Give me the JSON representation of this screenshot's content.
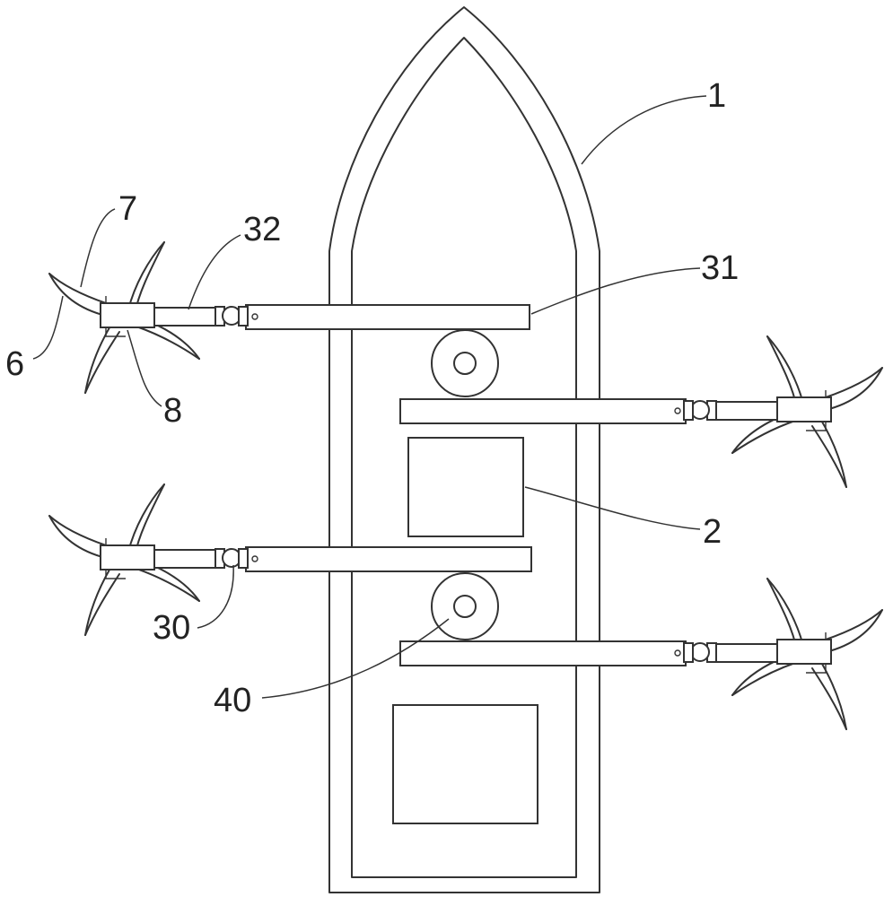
{
  "figure": {
    "callouts": [
      {
        "id": "hull",
        "label": "1"
      },
      {
        "id": "control-box",
        "label": "2"
      },
      {
        "id": "hinge-joint",
        "label": "30"
      },
      {
        "id": "fixed-arm",
        "label": "31"
      },
      {
        "id": "telescopic-arm",
        "label": "32"
      },
      {
        "id": "reel",
        "label": "40"
      },
      {
        "id": "blade-support",
        "label": "6"
      },
      {
        "id": "blade",
        "label": "7"
      },
      {
        "id": "hub",
        "label": "8"
      }
    ]
  }
}
